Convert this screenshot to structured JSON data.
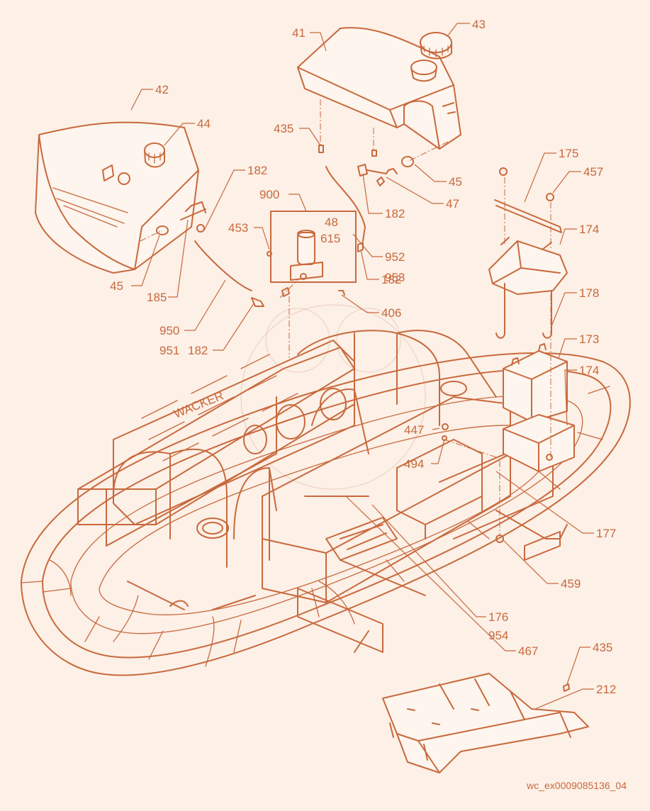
{
  "diagram": {
    "callouts": {
      "c41": "41",
      "c43": "43",
      "c42": "42",
      "c44": "44",
      "c435a": "435",
      "c45a": "45",
      "c45b": "45",
      "c47": "47",
      "c182a": "182",
      "c182b": "182",
      "c182c": "182",
      "c182d": "182",
      "c900": "900",
      "c48": "48",
      "c615": "615",
      "c453": "453",
      "c952": "952",
      "c953": "953",
      "c406": "406",
      "c185": "185",
      "c950": "950",
      "c951": "951",
      "c175": "175",
      "c457": "457",
      "c174a": "174",
      "c174b": "174",
      "c178": "178",
      "c173": "173",
      "c447": "447",
      "c494": "494",
      "c177": "177",
      "c459": "459",
      "c176": "176",
      "c954": "954",
      "c467": "467",
      "c435b": "435",
      "c212": "212"
    },
    "frame_decal": "WACKER",
    "image_reference": "wc_ex0009085136_04"
  },
  "colors": {
    "line": "#c8693c",
    "background": "#fcf0e7"
  }
}
